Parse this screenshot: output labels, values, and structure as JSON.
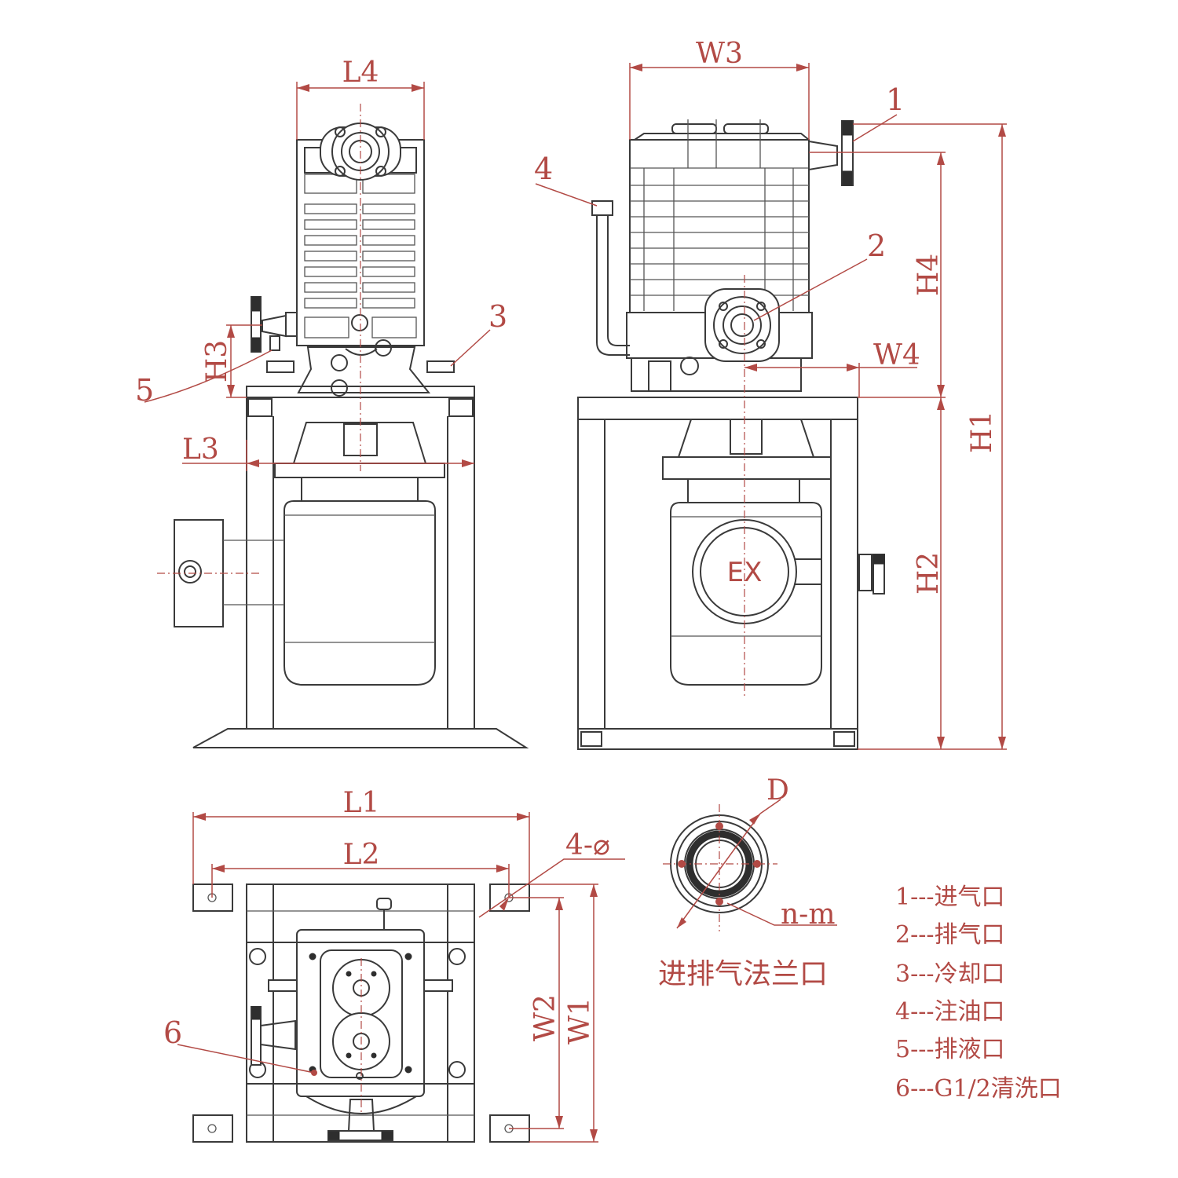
{
  "dimensions": {
    "L1": "L1",
    "L2": "L2",
    "L3": "L3",
    "L4": "L4",
    "W1": "W1",
    "W2": "W2",
    "W3": "W3",
    "W4": "W4",
    "H1": "H1",
    "H2": "H2",
    "H3": "H3",
    "H4": "H4",
    "D": "D",
    "holes": "4-⌀",
    "bolts": "n-m"
  },
  "callouts": [
    "1",
    "2",
    "3",
    "4",
    "5",
    "6"
  ],
  "motor_mark": "EX",
  "flange_caption": "进排气法兰口",
  "legend": [
    "1---进气口",
    "2---排气口",
    "3---冷却口",
    "4---注油口",
    "5---排液口",
    "6---G1/2清洗口"
  ],
  "colors": {
    "line": "#3a3a3a",
    "annotation": "#b24a45"
  }
}
